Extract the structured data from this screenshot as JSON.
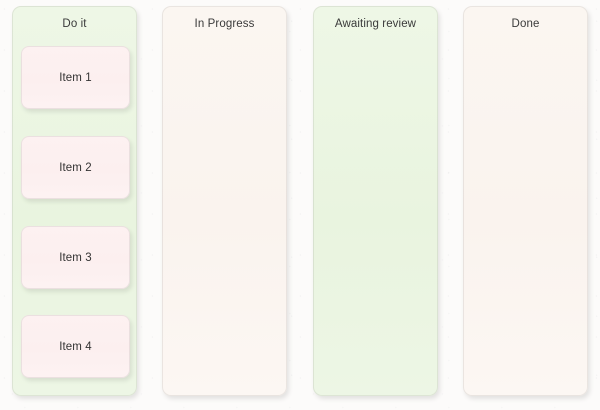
{
  "board": {
    "background_color": "#fcfbfa",
    "columns": [
      {
        "title": "Do it",
        "tint": "green",
        "color": "#eaf5e1",
        "cards": [
          {
            "label": "Item 1"
          },
          {
            "label": "Item 2"
          },
          {
            "label": "Item 3"
          },
          {
            "label": "Item 4"
          }
        ]
      },
      {
        "title": "In Progress",
        "tint": "cream",
        "color": "#faf4ef",
        "cards": []
      },
      {
        "title": "Awaiting review",
        "tint": "green",
        "color": "#eaf5e1",
        "cards": []
      },
      {
        "title": "Done",
        "tint": "cream",
        "color": "#faf4ef",
        "cards": []
      }
    ],
    "card_color": "#fdf0f0",
    "text_color": "#333333"
  }
}
